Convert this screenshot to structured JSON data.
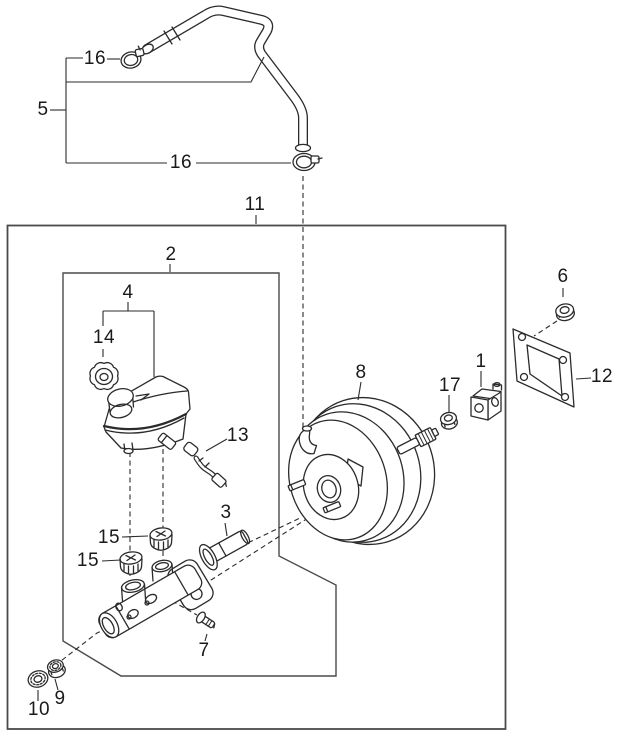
{
  "diagram": {
    "colors": {
      "background": "#ffffff",
      "line": "#2b2b2b",
      "frame": "#4a4a4a",
      "label": "#1a1a1a"
    },
    "callouts": {
      "clamp_top": "16",
      "vacuum_hose": "5",
      "clamp_bottom": "16",
      "assembly_frame": "11",
      "master_cylinder_kit": "2",
      "reservoir_kit": "4",
      "reservoir_cap": "14",
      "level_sensor": "13",
      "piston": "3",
      "grommet_rear": "15",
      "grommet_front": "15",
      "screw": "7",
      "brake_booster": "8",
      "pushrod_nut": "17",
      "fork_clevis": "1",
      "gasket_nut": "6",
      "gasket": "12",
      "washer": "10",
      "mount_nut": "9"
    }
  }
}
